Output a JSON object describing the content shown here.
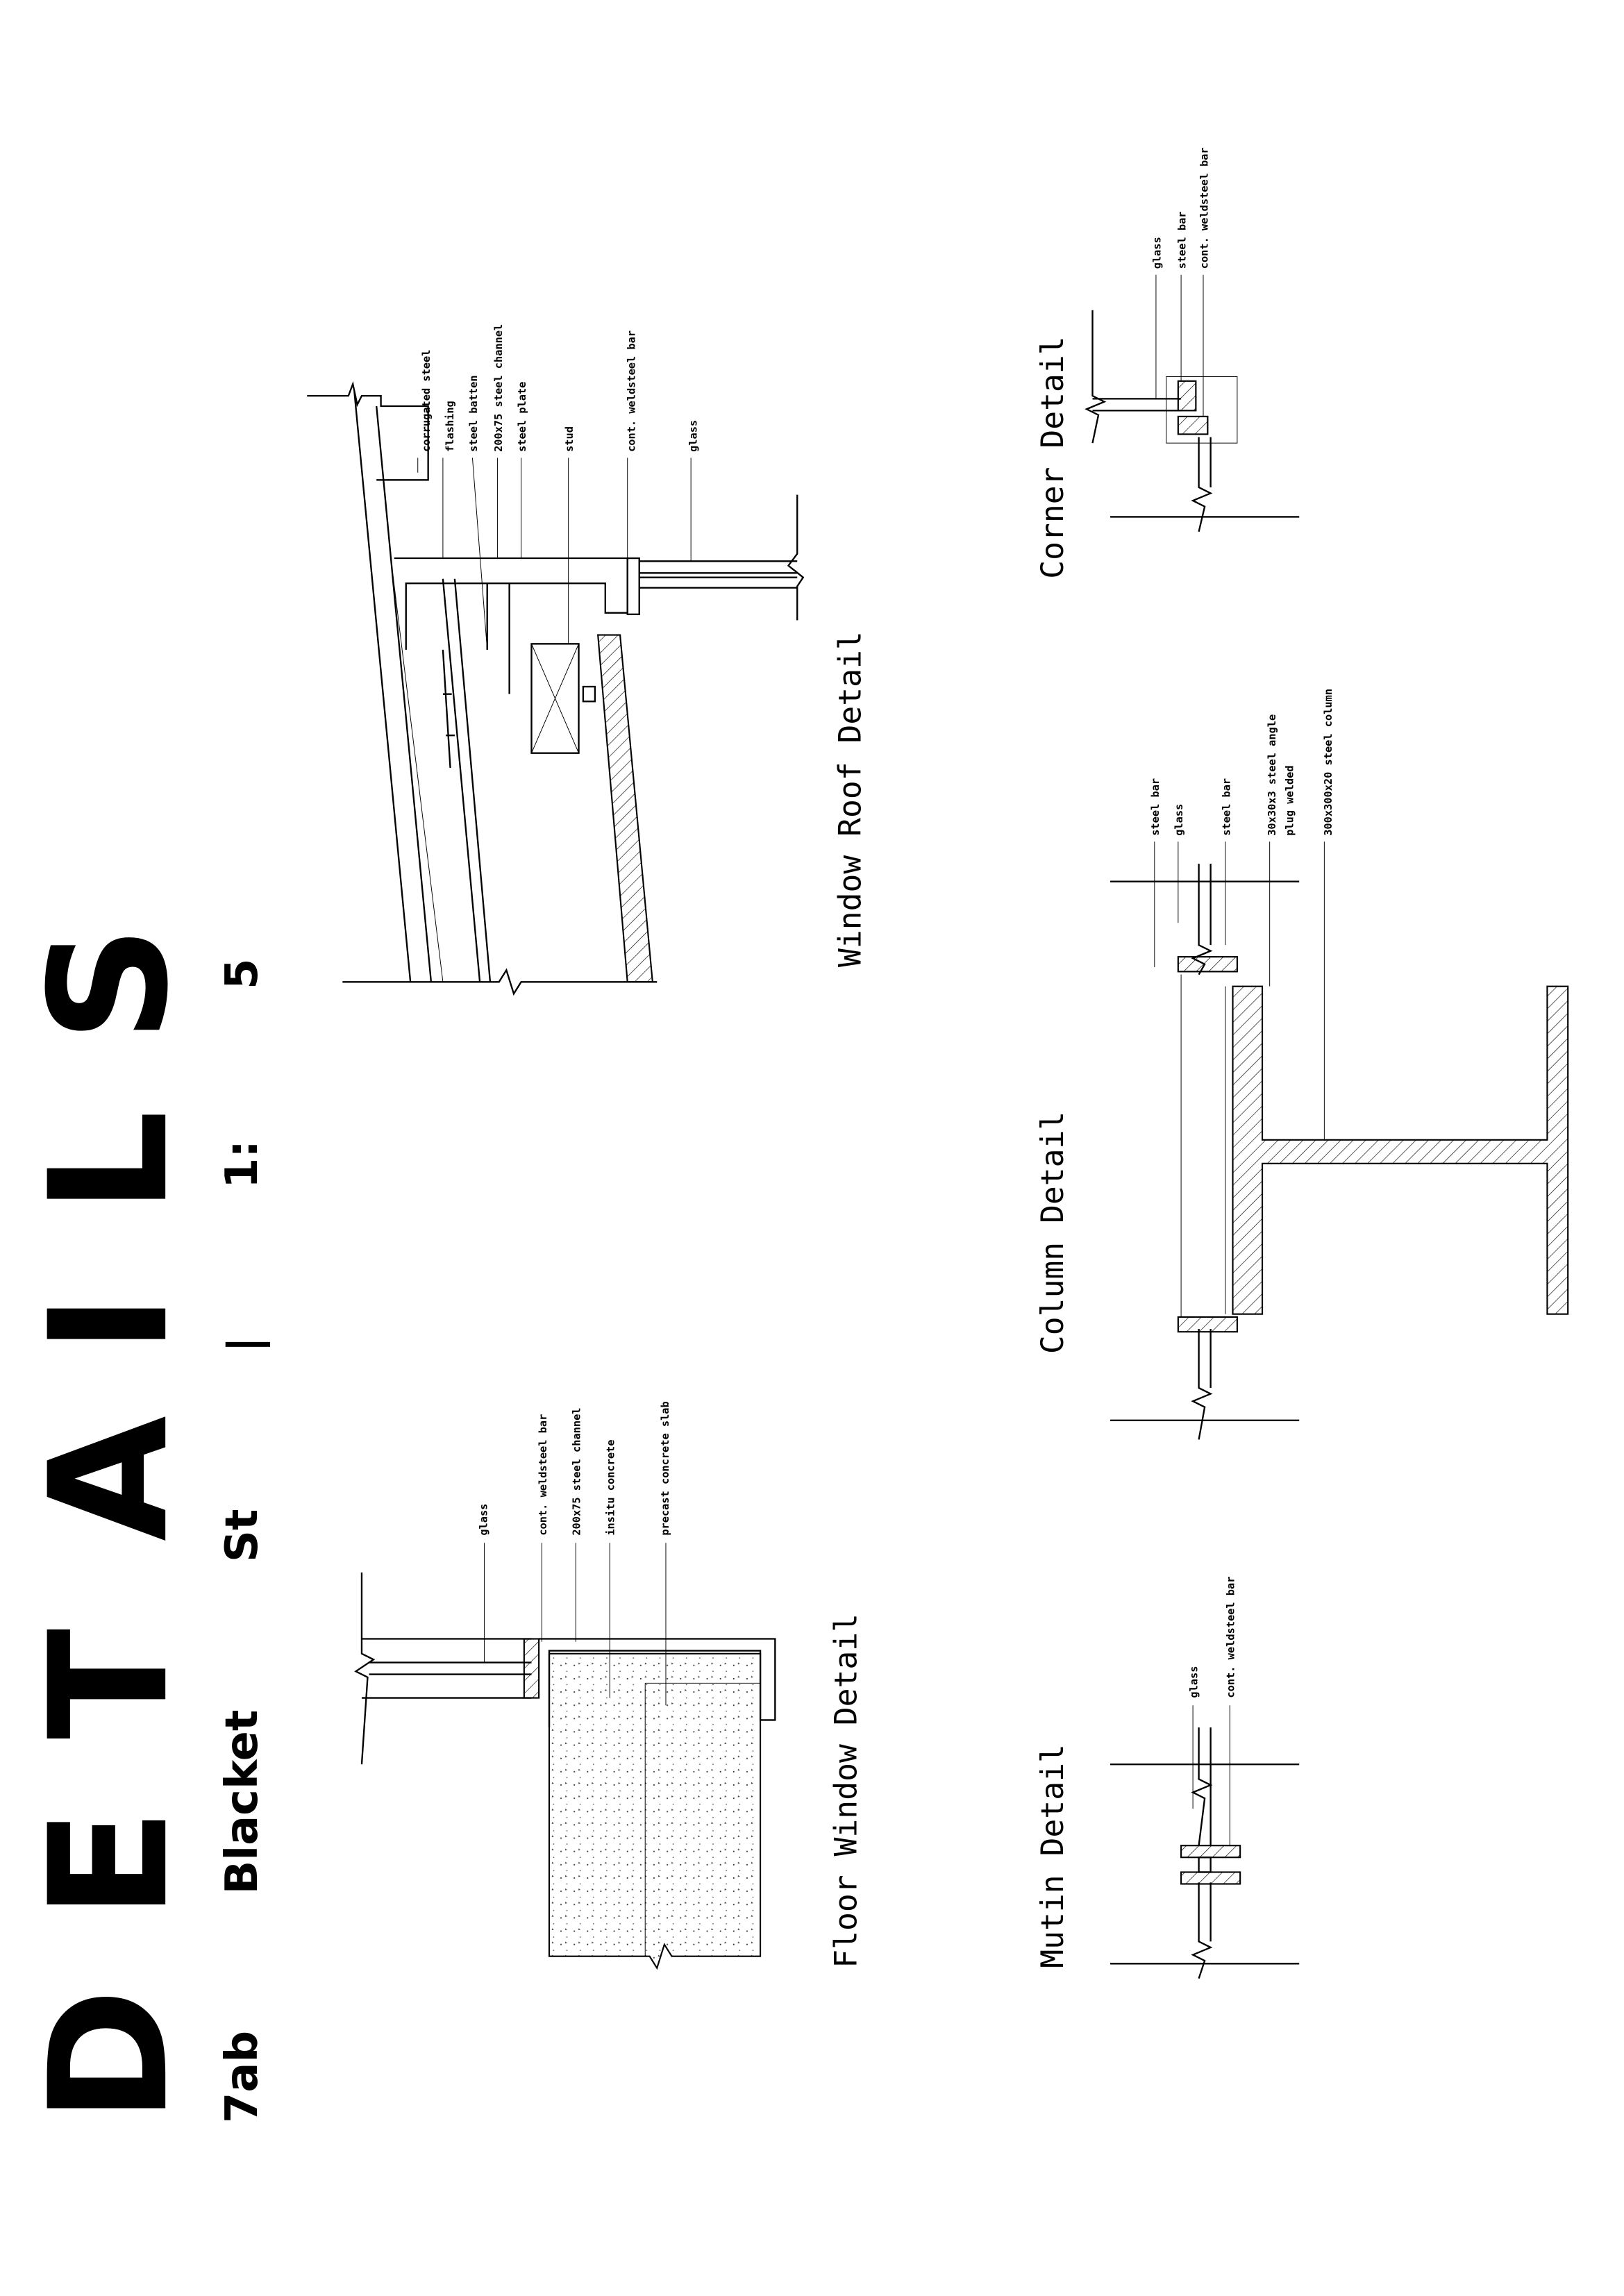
{
  "title": {
    "letters": [
      "D",
      "E",
      "T",
      "A",
      "I",
      "L",
      "S"
    ]
  },
  "subtitle": {
    "number": "7ab",
    "street": "Blacket",
    "suffix": "St",
    "separator": "|",
    "scale_prefix": "1:",
    "scale_value": "5"
  },
  "details": {
    "window_roof": {
      "title": "Window Roof Detail",
      "labels": [
        "corrugated steel",
        "flashing",
        "steel batten",
        "200x75 steel channel",
        "steel plate",
        "stud",
        "cont. weldsteel bar",
        "glass"
      ]
    },
    "floor_window": {
      "title": "Floor Window Detail",
      "labels": [
        "glass",
        "cont. weldsteel bar",
        "200x75 steel channel",
        "insitu concrete",
        "precast concrete slab"
      ]
    },
    "column": {
      "title": "Column Detail",
      "labels": [
        "steel bar",
        "glass",
        "steel bar",
        "30x30x3 steel angle",
        "plug welded",
        "300x300x20 steel column"
      ]
    },
    "corner": {
      "title": "Corner Detail",
      "labels": [
        "glass",
        "steel bar",
        "cont. weldsteel bar"
      ]
    },
    "mutin": {
      "title": "Mutin Detail",
      "labels": [
        "glass",
        "cont. weldsteel bar"
      ]
    }
  }
}
